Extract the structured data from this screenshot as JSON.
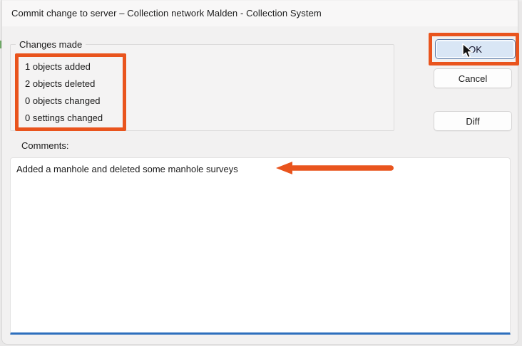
{
  "window": {
    "title": "Commit change to server – Collection network Malden - Collection System"
  },
  "changes_group": {
    "label": "Changes made",
    "items": [
      "1 objects added",
      "2 objects deleted",
      "0 objects changed",
      "0 settings changed"
    ]
  },
  "buttons": {
    "ok": "OK",
    "cancel": "Cancel",
    "diff": "Diff"
  },
  "comments": {
    "label": "Comments:",
    "value": "Added a manhole and deleted some manhole surveys"
  },
  "annotations": {
    "highlight_color": "#e9541d",
    "focus_underline_color": "#2e6fbd"
  }
}
